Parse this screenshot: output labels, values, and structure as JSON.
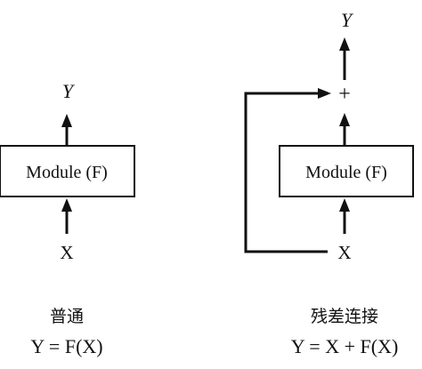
{
  "plain": {
    "module_label": "Module (F)",
    "input_label": "X",
    "output_label": "Y",
    "caption_title": "普通",
    "caption_formula": "Y = F(X)"
  },
  "residual": {
    "module_label": "Module (F)",
    "input_label": "X",
    "output_label": "Y",
    "sum_symbol": "+",
    "caption_title": "残差连接",
    "caption_formula": "Y = X + F(X)"
  }
}
